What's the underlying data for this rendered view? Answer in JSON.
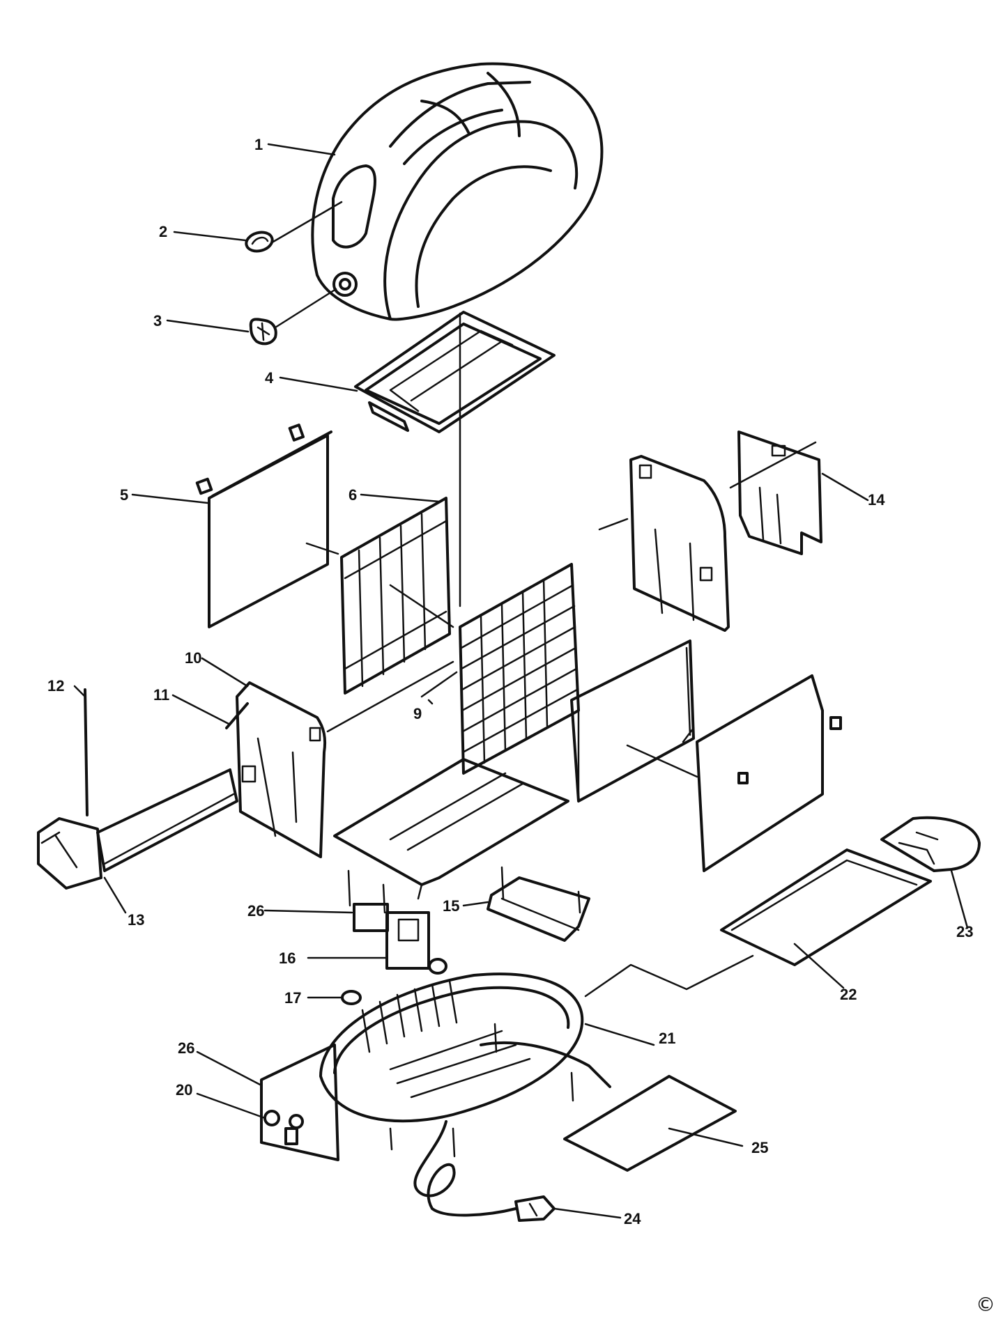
{
  "callouts": {
    "c1": "1",
    "c2": "2",
    "c3": "3",
    "c4": "4",
    "c5": "5",
    "c6": "6",
    "c9": "9",
    "c10": "10",
    "c11": "11",
    "c12": "12",
    "c13": "13",
    "c14": "14",
    "c15": "15",
    "c16": "16",
    "c17": "17",
    "c20": "20",
    "c21": "21",
    "c22": "22",
    "c23": "23",
    "c24": "24",
    "c25": "25",
    "c26a": "26",
    "c26b": "26"
  },
  "copyright": "©"
}
